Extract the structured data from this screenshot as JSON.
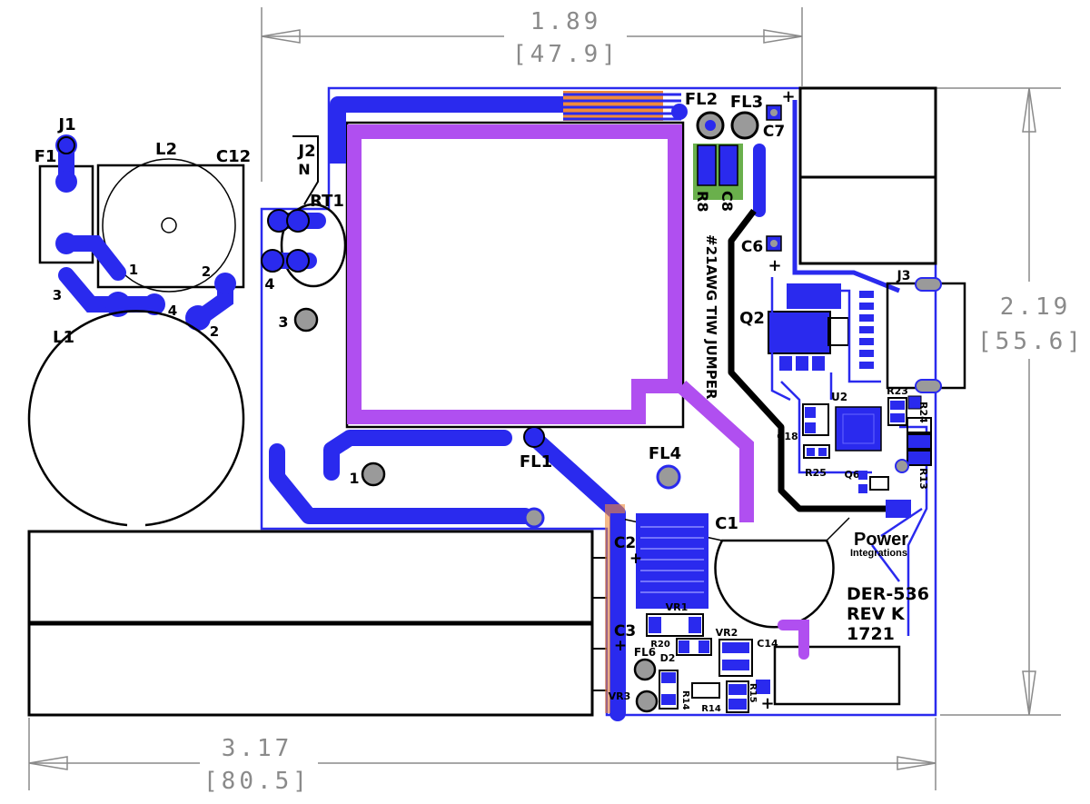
{
  "dimensions": {
    "top": {
      "inches": "1.89",
      "mm": "[47.9]"
    },
    "right": {
      "inches": "2.19",
      "mm": "[55.6]"
    },
    "bottom": {
      "inches": "3.17",
      "mm": "[80.5]"
    }
  },
  "components": {
    "j1": "J1",
    "f1": "F1",
    "l2": "L2",
    "c12": "C12",
    "l1": "L1",
    "j2": "J2",
    "j2_pin": "N",
    "rt1": "RT1",
    "fl1": "FL1",
    "fl2": "FL2",
    "fl3": "FL3",
    "fl4": "FL4",
    "fl6": "FL6",
    "c1": "C1",
    "c2": "C2",
    "c3": "C3",
    "c6": "C6",
    "c7": "C7",
    "c8": "C8",
    "c14": "C14",
    "c18": "C18",
    "r8": "R8",
    "j3": "J3",
    "q2": "Q2",
    "u2": "U2",
    "q6": "Q6",
    "r23": "R23",
    "r24": "R24",
    "r25": "R25",
    "r13": "R13",
    "vr1": "VR1",
    "vr2": "VR2",
    "vr3": "VR3",
    "r20": "R20",
    "d2": "D2",
    "r14": "R14",
    "r15": "R15"
  },
  "pin_numbers": {
    "one": "1",
    "two": "2",
    "three": "3",
    "four": "4"
  },
  "jumper_note": "#21AWG TIW JUMPER",
  "logo": {
    "line1": "Power",
    "line2": "Integrations"
  },
  "board_info": {
    "line1": "DER-536",
    "line2": "REV K",
    "line3": "1721"
  },
  "polarity_mark": "+",
  "colors": {
    "trace": "#2a2aee",
    "magenta": "#b04ff0",
    "orange": "#f08a3a",
    "green": "#6ab04c",
    "pad": "#9a9a9a",
    "silk": "#000000"
  }
}
